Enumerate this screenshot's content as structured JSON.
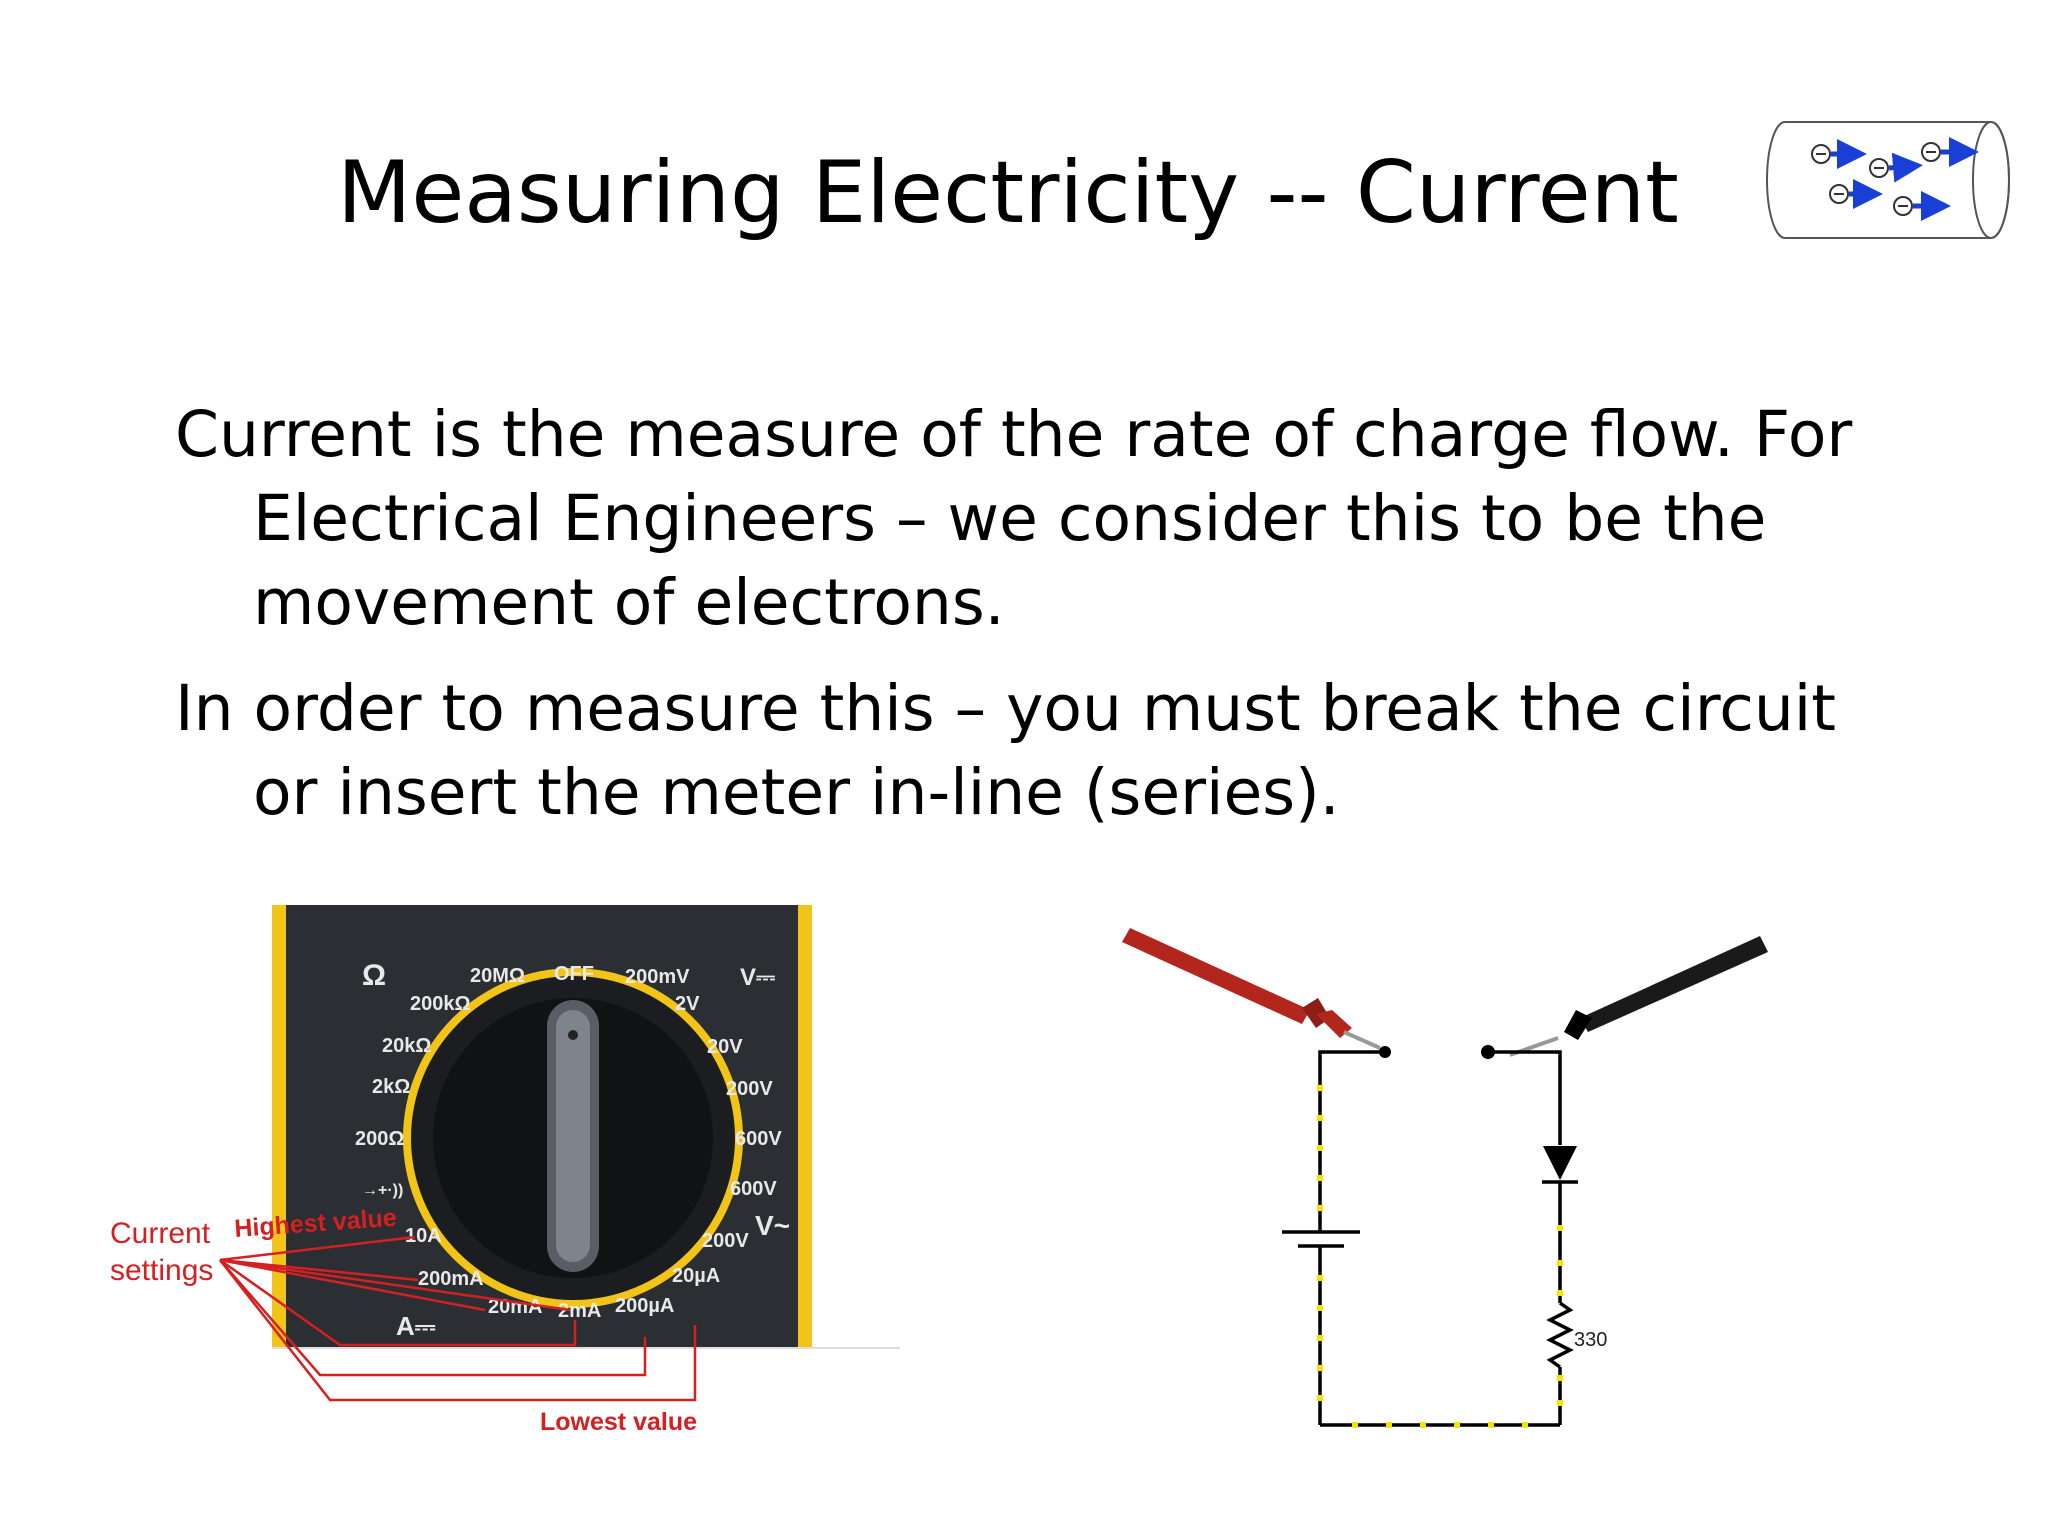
{
  "slide": {
    "title": "Measuring Electricity -- Current",
    "paragraphs": [
      "Current is the measure of the rate of charge flow. For Electrical Engineers – we consider this to be the movement of electrons.",
      "In order to measure this – you must break the circuit or insert the meter in-line (series)."
    ]
  },
  "flow_icon": {
    "charge_symbol": "⊖",
    "arrow_color": "#1a3fd6"
  },
  "multimeter": {
    "dial_labels": [
      "Ω",
      "20MΩ",
      "OFF",
      "200mV",
      "V⎓",
      "200kΩ",
      "2V",
      "20kΩ",
      "20V",
      "2kΩ",
      "200V",
      "200Ω",
      "600V",
      "→+·))",
      "600V",
      "V~",
      "10A",
      "200V",
      "200mA",
      "20µA",
      "20mA",
      "2mA",
      "200µA",
      "A⎓"
    ],
    "annotations": {
      "current_settings": [
        "Current",
        "settings"
      ],
      "highest": "Highest value",
      "lowest": "Lowest value"
    },
    "colors": {
      "panel": "#2b2e33",
      "bezel": "#f2c418",
      "annotation": "#d42020"
    }
  },
  "circuit": {
    "resistor_label": "330",
    "colors": {
      "wire": "#000000",
      "flow_dots": "#f5e400",
      "red_probe": "#b3261e",
      "black_probe": "#1a1a1a"
    }
  }
}
